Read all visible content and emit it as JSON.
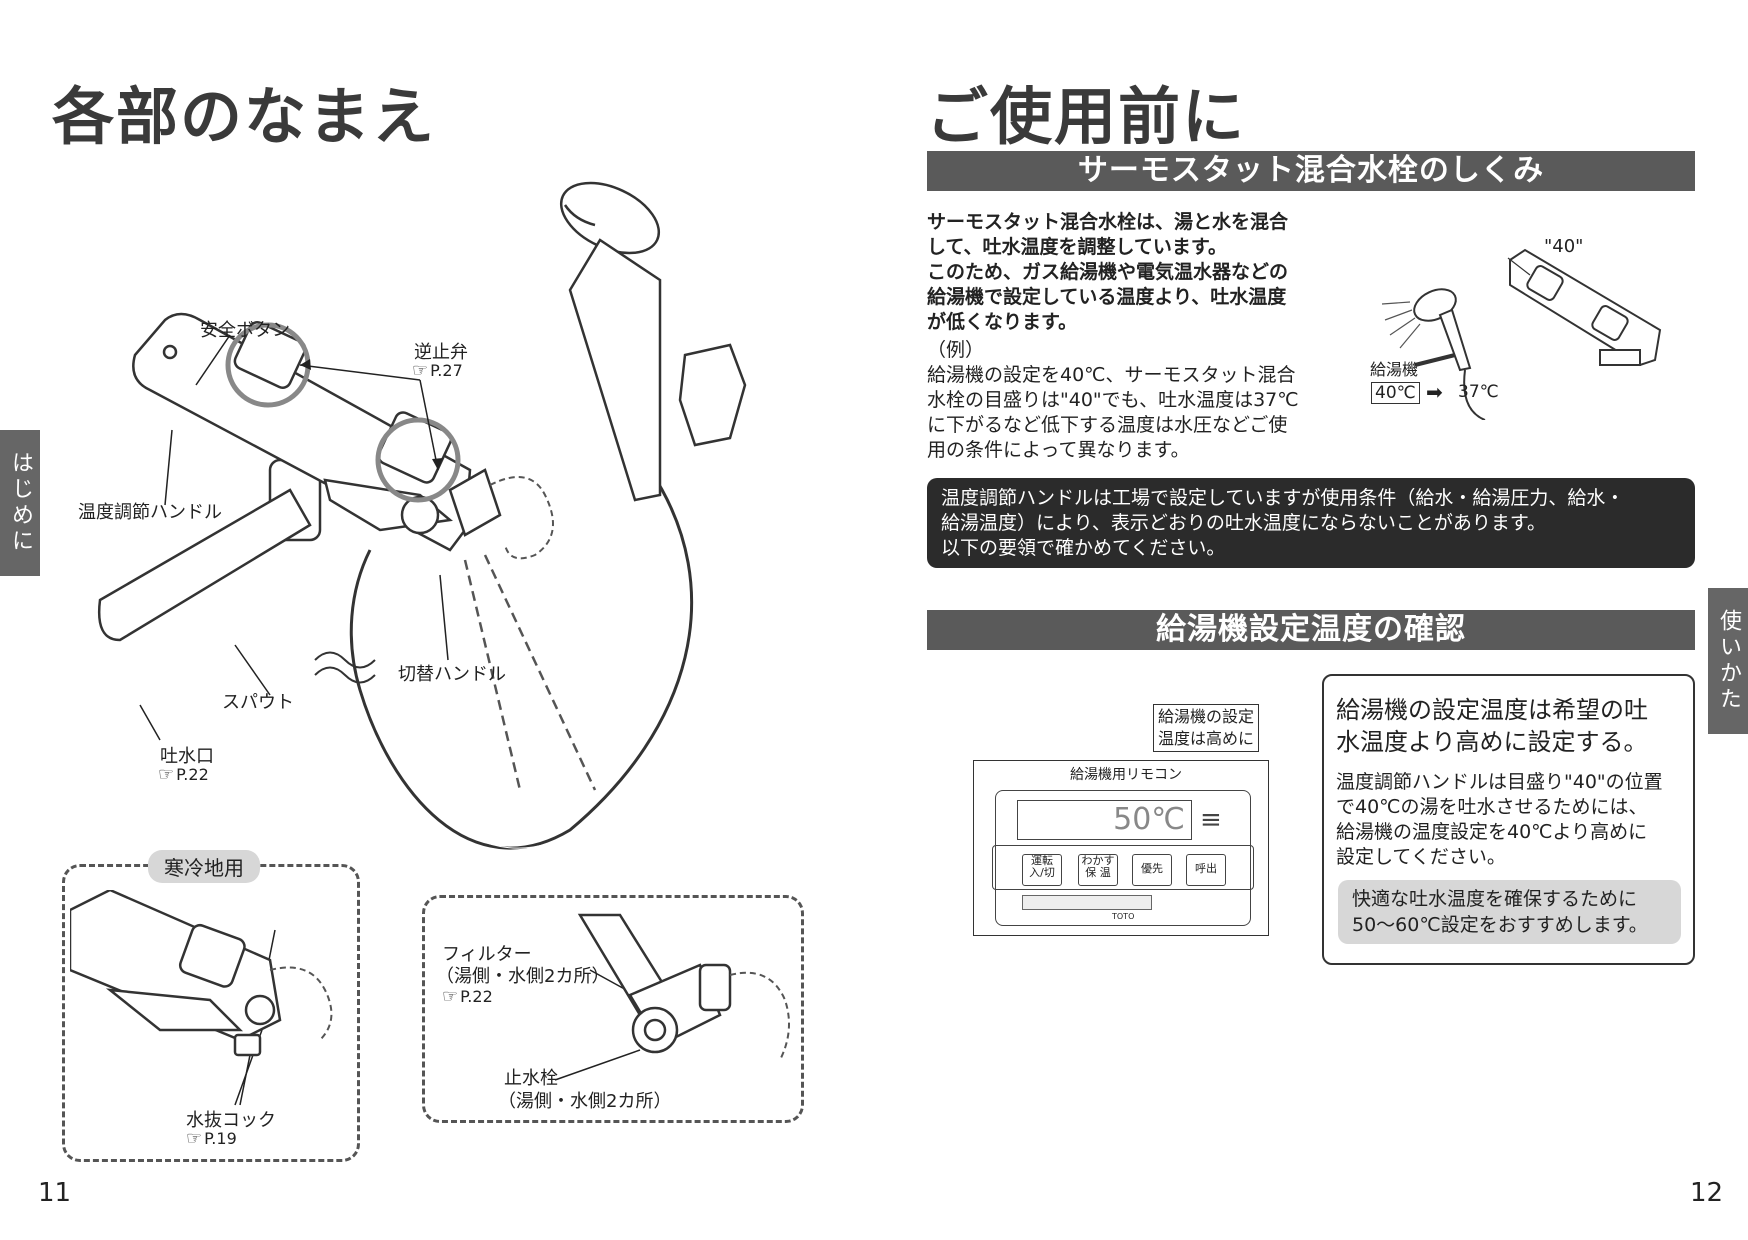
{
  "left": {
    "title": "各部のなまえ",
    "side_tab": "はじめに",
    "labels": {
      "safety_button": "安全ボタン",
      "check_valve": "逆止弁",
      "check_valve_ref": "P.27",
      "temp_handle": "温度調節ハンドル",
      "switch_handle": "切替ハンドル",
      "spout": "スパウト",
      "outlet": "吐水口",
      "outlet_ref": "P.22",
      "cold_region": "寒冷地用",
      "drain_cock": "水抜コック",
      "drain_cock_ref": "P.19",
      "filter_line1": "フィルター",
      "filter_line2": "（湯側・水側2カ所）",
      "filter_ref": "P.22",
      "stop_valve_line1": "止水栓",
      "stop_valve_line2": "（湯側・水側2カ所）"
    },
    "page_number": "11"
  },
  "right": {
    "title": "ご使用前に",
    "side_tab": "使いかた",
    "section1": {
      "heading": "サーモスタット混合水栓のしくみ",
      "bold_lines": [
        "サーモスタット混合水栓は、湯と水を混合",
        "して、吐水温度を調整しています。",
        "このため、ガス給湯機や電気温水器などの",
        "給湯機で設定している温度より、吐水温度",
        "が低くなります。"
      ],
      "example_label": "（例）",
      "example_lines": [
        "給湯機の設定を40℃、サーモスタット混合",
        "水栓の目盛りは\"40\"でも、吐水温度は37℃",
        "に下がるなど低下する温度は水圧などご使",
        "用の条件によって異なります。"
      ],
      "fig_scale": "\"40\"",
      "fig_heater": "給湯機",
      "fig_set_temp": "40℃",
      "fig_out_temp": "37℃",
      "notice_lines": [
        "温度調節ハンドルは工場で設定していますが使用条件（給水・給湯圧力、給水・",
        "給湯温度）により、表示どおりの吐水温度にならないことがあります。",
        "以下の要領で確かめてください。"
      ]
    },
    "section2": {
      "heading": "給湯機設定温度の確認",
      "callout_line1": "給湯機の設定",
      "callout_line2": "温度は高めに",
      "remote_title": "給湯機用リモコン",
      "remote_display": "50℃",
      "remote_buttons": [
        "運転\n入/切",
        "わかす\n保 温",
        "優先",
        "呼出"
      ],
      "remote_brand": "TOTO",
      "box_heading_lines": [
        "給湯機の設定温度は希望の吐",
        "水温度より高めに設定する。"
      ],
      "box_body_lines": [
        "温度調節ハンドルは目盛り\"40\"の位置",
        "で40℃の湯を吐水させるためには、",
        "給湯機の温度設定を40℃より高めに",
        "設定してください。"
      ],
      "box_tip_lines": [
        "快適な吐水温度を確保するために",
        "50～60℃設定をおすすめします。"
      ]
    },
    "page_number": "12"
  }
}
